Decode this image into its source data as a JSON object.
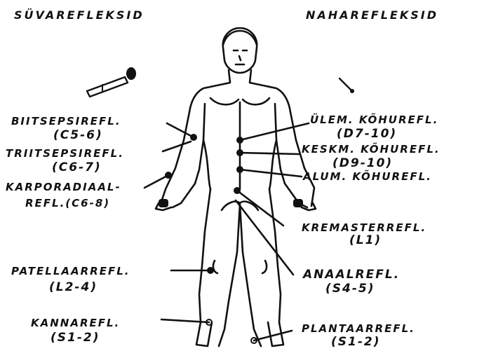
{
  "headers": {
    "left": "SÜVAREFLEKSID",
    "right": "NAHAREFLEKSID"
  },
  "left_labels": {
    "biceps_1": "BIITSEPSIREFL.",
    "biceps_2": "(C5-6)",
    "triceps_1": "TRIITSEPSIREFL.",
    "triceps_2": "(C6-7)",
    "carporad_1": "KARPORADIAAL-",
    "carporad_2": "REFL.(C6-8)",
    "patellar_1": "PATELLAARREFL.",
    "patellar_2": "(L2-4)",
    "achilles_1": "KANNAREFL.",
    "achilles_2": "(S1-2)"
  },
  "right_labels": {
    "upper_abd_1": "ÜLEM. KÕHUREFL.",
    "upper_abd_2": "(D7-10)",
    "mid_abd_1": "KESKM. KÕHUREFL.",
    "mid_abd_2": "(D9-10)",
    "lower_abd_1": "ALUM. KÕHUREFL.",
    "cremaster_1": "KREMASTERREFL.",
    "cremaster_2": "(L1)",
    "anal_1": "ANAALREFL.",
    "anal_2": "(S4-5)",
    "plantar_1": "PLANTAARREFL.",
    "plantar_2": "(S1-2)"
  },
  "colors": {
    "ink": "#111111",
    "paper": "#ffffff"
  },
  "icons": [
    "reflex-hammer-icon",
    "pin-stimulus-icon"
  ]
}
